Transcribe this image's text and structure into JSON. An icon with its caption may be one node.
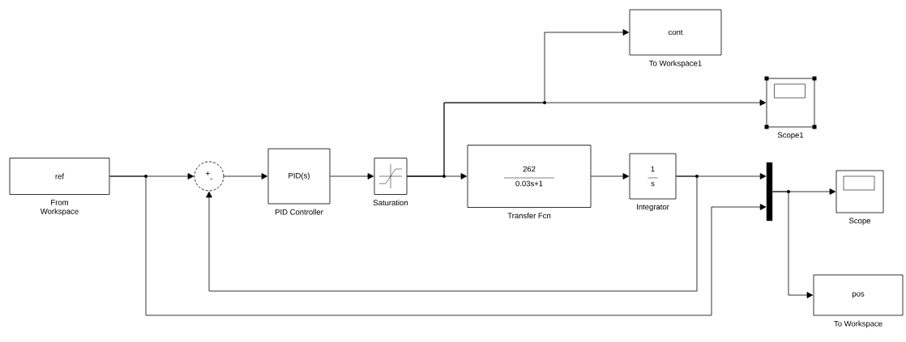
{
  "diagram": {
    "nodes": [
      {
        "text": [
          "ref"
        ],
        "beside": [
          "From Workspace"
        ]
      },
      {
        "text": [
          "+",
          "-"
        ]
      },
      {
        "text": [
          "PID(s)"
        ],
        "beside": [
          "PID Controller"
        ]
      },
      {
        "text": [],
        "shape": "box",
        "beside": [
          "Saturation"
        ]
      },
      {
        "text": [
          "262",
          "0.03s+1"
        ],
        "beside": [
          "Transfer Fcn"
        ]
      },
      {
        "text": [
          "1",
          "s"
        ],
        "beside": [
          "Integrator"
        ]
      },
      {
        "text": [],
        "shape": "bar"
      },
      {
        "text": [],
        "shape": "box",
        "beside": [
          "Scope"
        ]
      },
      {
        "text": [
          "pos"
        ],
        "beside": [
          "To Workspace"
        ]
      },
      {
        "text": [
          "cont"
        ],
        "beside": [
          "To Workspace1"
        ]
      },
      {
        "text": [],
        "shape": "box",
        "beside": [
          "Scope1"
        ]
      }
    ],
    "edges": [
      {
        "from": 0,
        "to": 1,
        "arrow": "to"
      },
      {
        "from": 0,
        "to": 6,
        "arrow": "to"
      },
      {
        "from": 1,
        "to": 2,
        "arrow": "to"
      },
      {
        "from": 2,
        "to": 3,
        "arrow": "to"
      },
      {
        "from": 3,
        "to": 4,
        "arrow": "to"
      },
      {
        "from": 3,
        "to": 9,
        "arrow": "to"
      },
      {
        "from": 3,
        "to": 10,
        "arrow": "to"
      },
      {
        "from": 4,
        "to": 5,
        "arrow": "to"
      },
      {
        "from": 5,
        "to": 6,
        "arrow": "to"
      },
      {
        "from": 5,
        "to": 1,
        "arrow": "to"
      },
      {
        "from": 6,
        "to": 7,
        "arrow": "to"
      },
      {
        "from": 6,
        "to": 8,
        "arrow": "to"
      }
    ]
  }
}
